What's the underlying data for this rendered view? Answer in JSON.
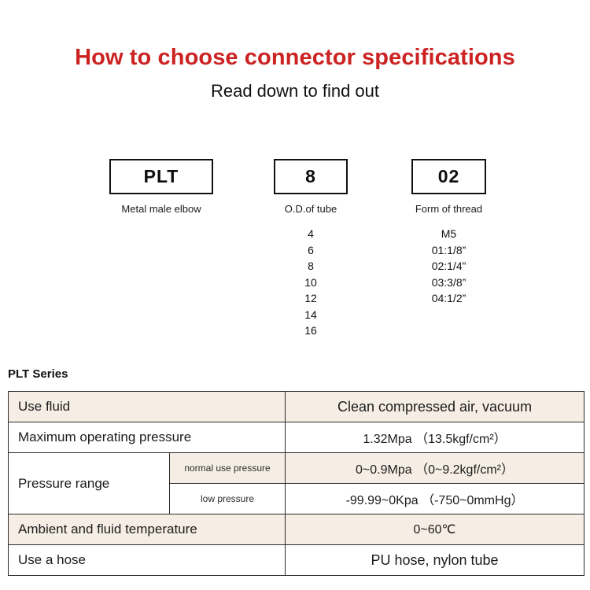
{
  "header": {
    "title": "How to choose connector specifications",
    "subtitle": "Read down to find out",
    "title_color": "#cc2222"
  },
  "code_diagram": {
    "groups": [
      {
        "code": "PLT",
        "caption": "Metal male elbow",
        "options": []
      },
      {
        "code": "8",
        "caption": "O.D.of tube",
        "options": [
          "4",
          "6",
          "8",
          "10",
          "12",
          "14",
          "16"
        ]
      },
      {
        "code": "02",
        "caption": "Form of thread",
        "options": [
          "M5",
          "01:1/8”",
          "02:1/4”",
          "03:3/8”",
          "04:1/2”"
        ]
      }
    ]
  },
  "spec": {
    "section_title": "PLT Series",
    "row_colors": {
      "beige": "#f6eee4",
      "white": "#ffffff"
    },
    "rows": [
      {
        "label": "Use fluid",
        "sublabel": null,
        "value": "Clean compressed air, vacuum",
        "shade": "beige"
      },
      {
        "label": "Maximum operating pressure",
        "sublabel": null,
        "value": "1.32Mpa （13.5kgf/cm²）",
        "shade": "white"
      },
      {
        "label": "Pressure range",
        "sublabel": "normal use pressure",
        "value": "0~0.9Mpa （0~9.2kgf/cm²）",
        "shade": "beige"
      },
      {
        "label": "",
        "sublabel": "low pressure",
        "value": "-99.99~0Kpa （-750~0mmHg）",
        "shade": "white"
      },
      {
        "label": "Ambient and fluid temperature",
        "sublabel": null,
        "value": "0~60℃",
        "shade": "beige"
      },
      {
        "label": "Use a hose",
        "sublabel": null,
        "value": "PU hose, nylon tube",
        "shade": "white"
      }
    ]
  }
}
